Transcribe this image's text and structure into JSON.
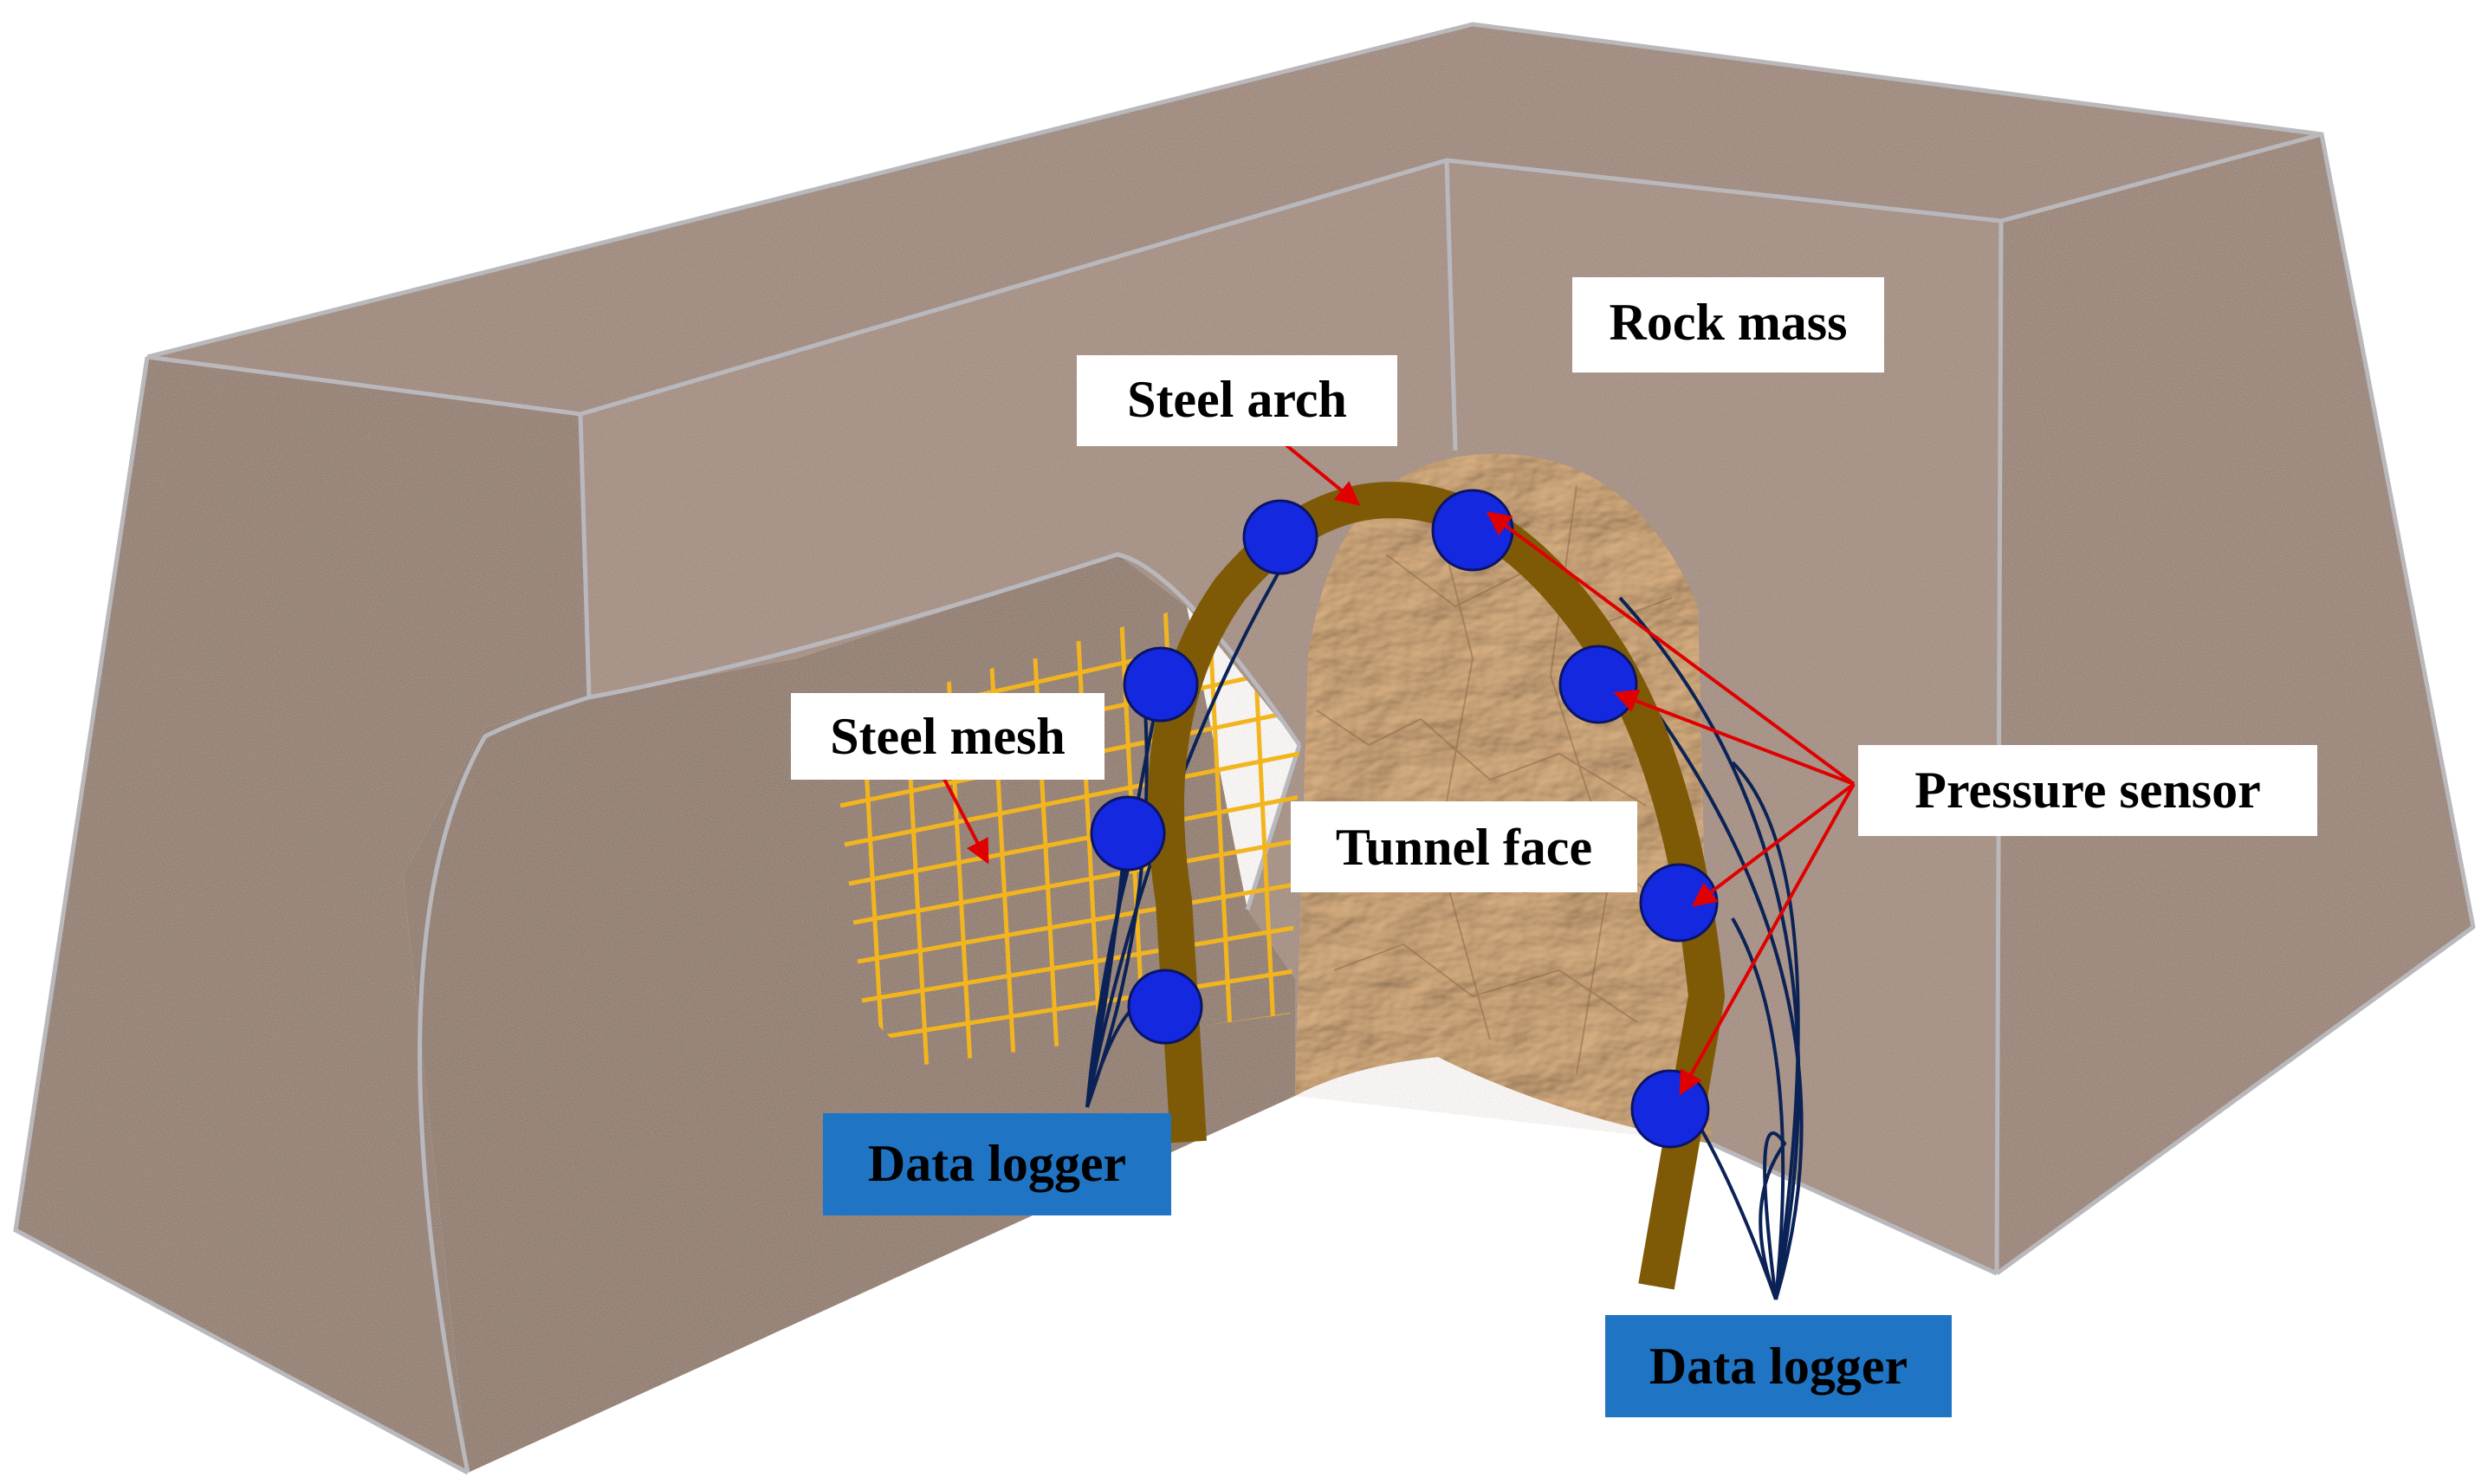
{
  "labels": {
    "rock_mass": "Rock mass",
    "steel_arch": "Steel arch",
    "steel_mesh": "Steel mesh",
    "tunnel_face": "Tunnel face",
    "pressure_sensor": "Pressure sensor",
    "data_logger_left": "Data logger",
    "data_logger_right": "Data logger"
  },
  "colors": {
    "rock": "#9a8478",
    "rock_speckle_dark": "#6e5a50",
    "rock_speckle_light": "#cdbcaf",
    "edge": "#b9b9bd",
    "tunnel_face": "#c79a6c",
    "steel_arch": "#7f5a06",
    "steel_mesh": "#f2b51e",
    "sensor": "#1428e0",
    "cable": "#0b2256",
    "arrow": "#e00000",
    "logger_box": "#1f74c4",
    "label_box": "#ffffff"
  }
}
